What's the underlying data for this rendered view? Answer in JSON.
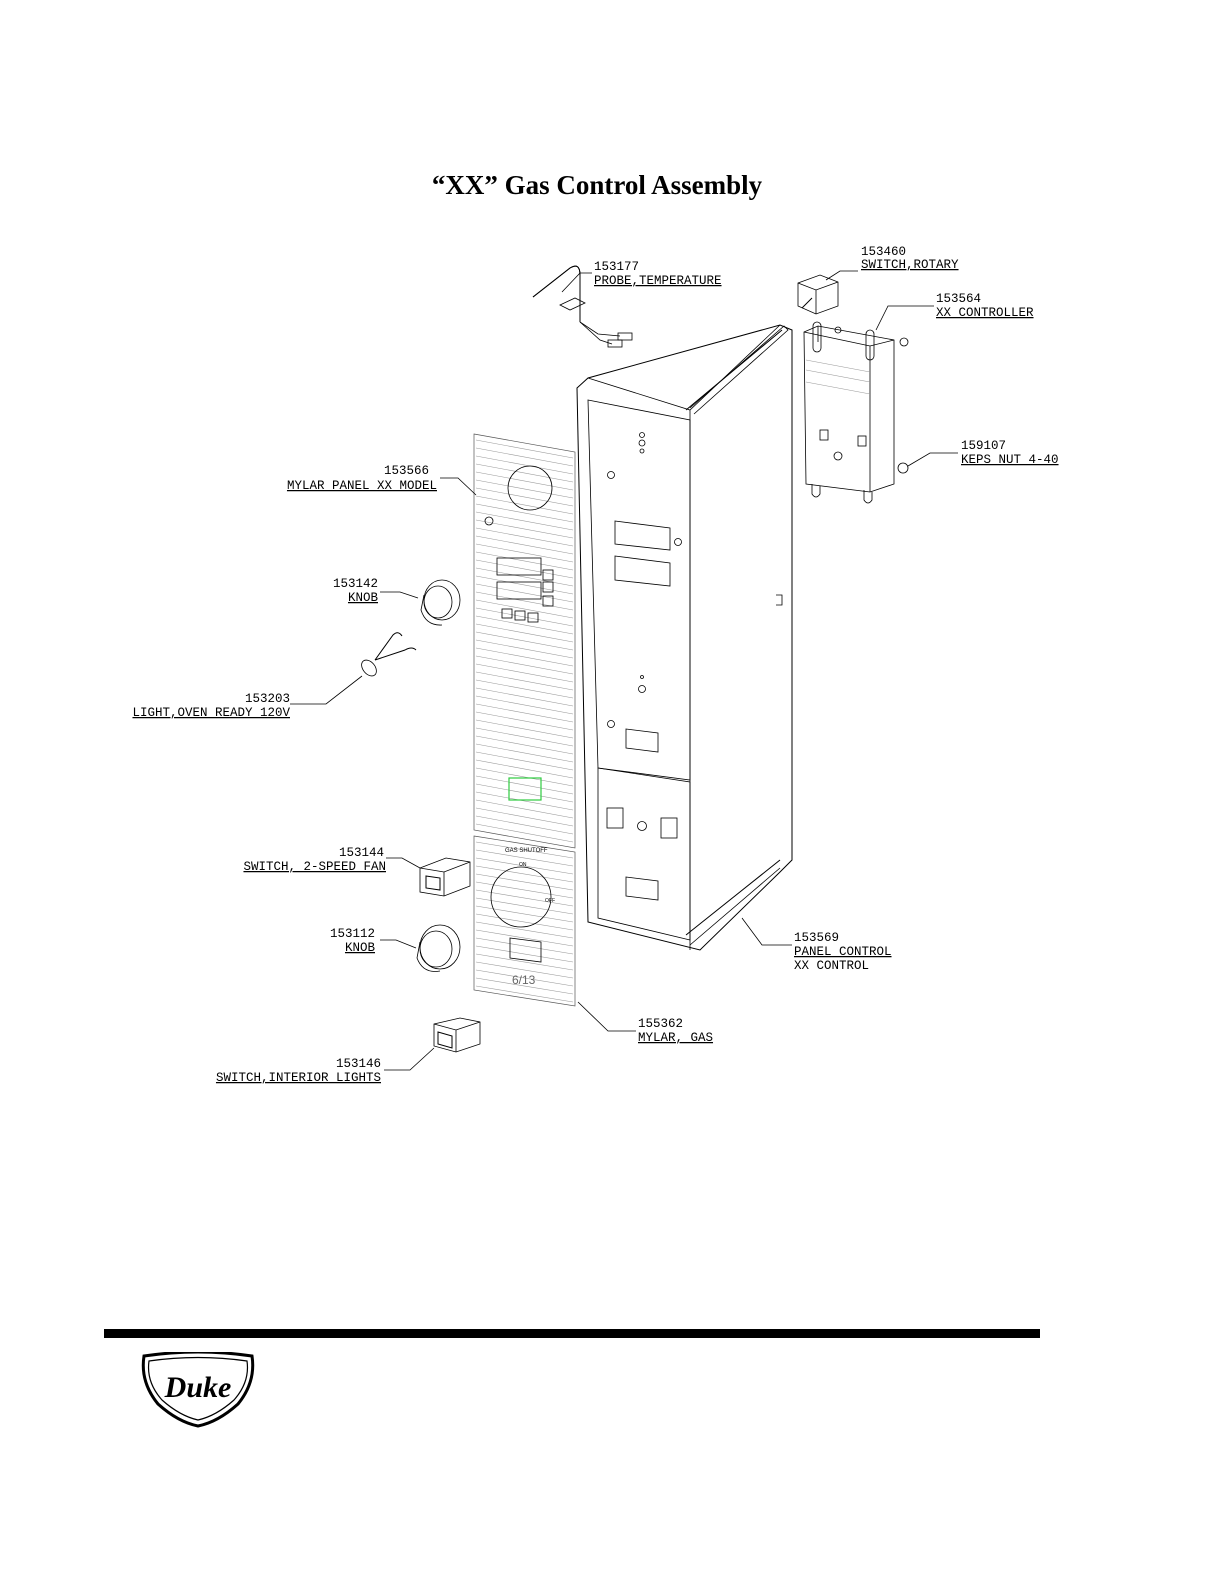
{
  "title": "“XX” Gas Control Assembly",
  "parts": [
    {
      "number": "153177",
      "desc": "PROBE,TEMPERATURE"
    },
    {
      "number": "153460",
      "desc": "SWITCH,ROTARY"
    },
    {
      "number": "153564",
      "desc": "XX CONTROLLER"
    },
    {
      "number": "159107",
      "desc": "KEPS NUT 4-40"
    },
    {
      "number": "153566",
      "desc": "MYLAR PANEL XX MODEL"
    },
    {
      "number": "153142",
      "desc": "KNOB"
    },
    {
      "number": "153203",
      "desc": "LIGHT,OVEN READY 120V"
    },
    {
      "number": "153144",
      "desc": "SWITCH, 2-SPEED FAN"
    },
    {
      "number": "153112",
      "desc": "KNOB"
    },
    {
      "number": "153569",
      "desc": "PANEL CONTROL",
      "desc2": "XX CONTROL"
    },
    {
      "number": "155362",
      "desc": "MYLAR, GAS"
    },
    {
      "number": "153146",
      "desc": "SWITCH,INTERIOR LIGHTS"
    }
  ],
  "panel_marks": {
    "gas_shutoff": "GAS SHUTOFF",
    "on": "ON",
    "off": "OFF",
    "date_code": "6/13"
  },
  "logo": {
    "text": "Duke"
  }
}
